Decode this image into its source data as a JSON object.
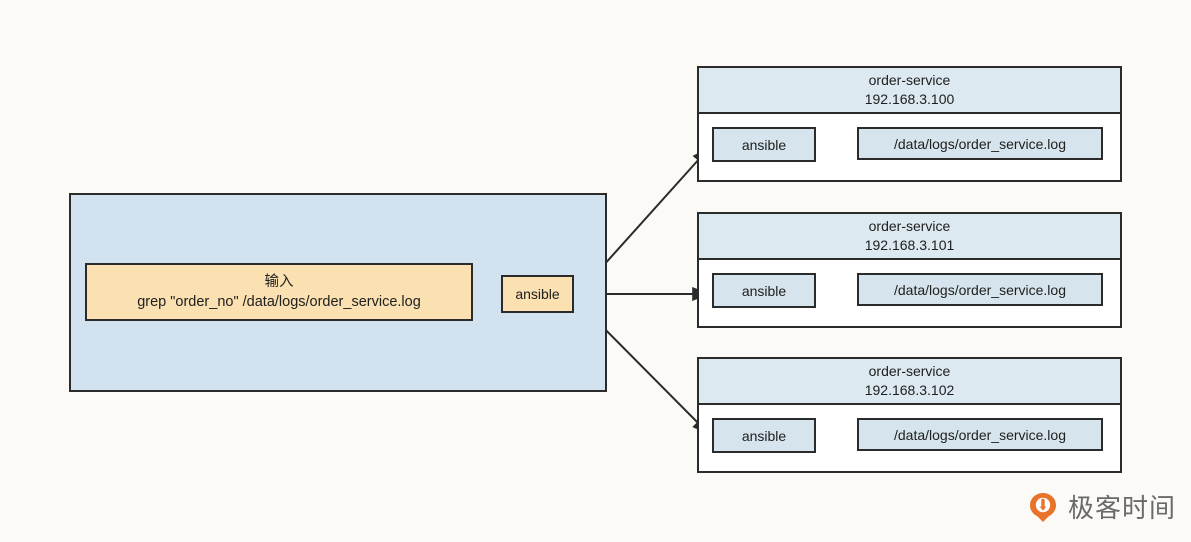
{
  "diagram": {
    "title": "ansible fan-out log grep diagram",
    "background_color": "#FCFAF6",
    "control_group": {
      "fill_color": "#D2E2EE",
      "input_card": {
        "line1": "输入",
        "line2": "grep \"order_no\" /data/logs/order_service.log",
        "fill_color": "#FBE0B2"
      },
      "hub": {
        "label": "ansible",
        "fill_color": "#FBE0B2"
      }
    },
    "hosts": [
      {
        "name": "order-service",
        "ip": "192.168.3.100",
        "agent_label": "ansible",
        "log_path": "/data/logs/order_service.log"
      },
      {
        "name": "order-service",
        "ip": "192.168.3.101",
        "agent_label": "ansible",
        "log_path": "/data/logs/order_service.log"
      },
      {
        "name": "order-service",
        "ip": "192.168.3.102",
        "agent_label": "ansible",
        "log_path": "/data/logs/order_service.log"
      }
    ],
    "watermark": {
      "text": "极客时间",
      "logo_color": "#E8732A"
    }
  }
}
